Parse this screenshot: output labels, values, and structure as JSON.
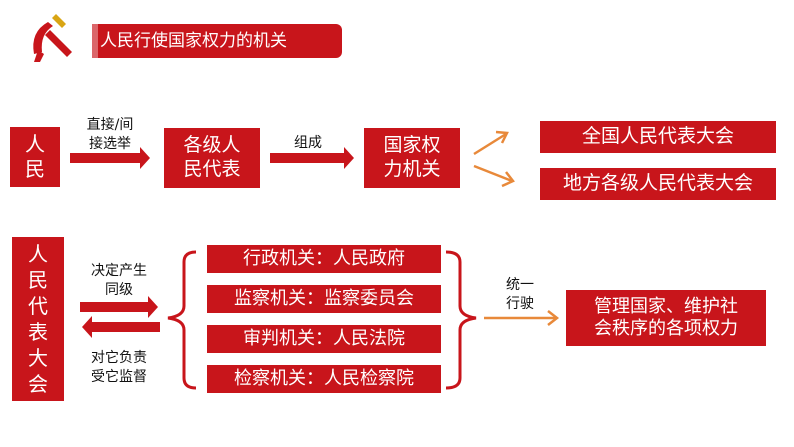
{
  "header": {
    "title": "人民行使国家权力的机关",
    "emblem_icon": "party-emblem-icon"
  },
  "colors": {
    "primary_red": "#c8151b",
    "arrow_orange": "#e8893a"
  },
  "row1": {
    "people": [
      "人",
      "民"
    ],
    "election_label": [
      "直接/间",
      "接选举"
    ],
    "deputies": [
      "各级人",
      "民代表"
    ],
    "compose_label": "组成",
    "state_organs": [
      "国家权",
      "力机关"
    ],
    "national_congress": "全国人民代表大会",
    "local_congress": "地方各级人民代表大会"
  },
  "row2": {
    "congress_vertical": [
      "人",
      "民",
      "代",
      "表",
      "大",
      "会"
    ],
    "produce_label": [
      "决定产生",
      "同级"
    ],
    "responsible_label": [
      "对它负责",
      "受它监督"
    ],
    "organs": [
      "行政机关：人民政府",
      "监察机关：监察委员会",
      "审判机关：人民法院",
      "检察机关：人民检察院"
    ],
    "unified_label": [
      "统一",
      "行驶"
    ],
    "result": [
      "管理国家、维护社",
      "会秩序的各项权力"
    ]
  }
}
